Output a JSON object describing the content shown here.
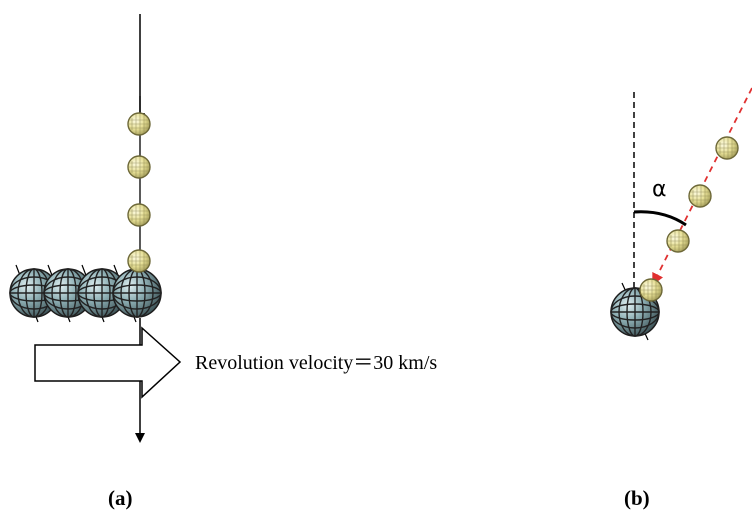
{
  "labels": {
    "velocity": "Revolution velocity＝30 km/s",
    "panel_a": "(a)",
    "panel_b": "(b)",
    "angle": "α"
  },
  "colors": {
    "earth_fill": "#6f8f95",
    "earth_light": "#cfe3e6",
    "earth_grid": "#222222",
    "particle_fill": "#e8e29a",
    "particle_light": "#fbf8d6",
    "particle_edge": "#8c8650",
    "apparent_path": "#e03030",
    "arrow_fill": "#ffffff",
    "line": "#000000"
  },
  "icons": {
    "earth": "earth-globe-icon",
    "particle": "dust-particle-icon",
    "motion_arrow": "block-arrow-icon"
  }
}
